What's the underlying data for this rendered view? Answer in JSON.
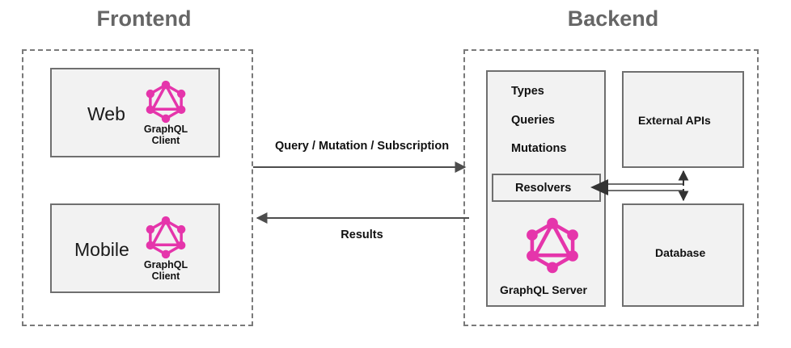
{
  "diagram": {
    "title_frontend": "Frontend",
    "title_backend": "Backend",
    "brand_color": "#e535ab",
    "box_fill": "#f2f2f2",
    "box_stroke": "#6f6f6f",
    "group_stroke": "#7a7a7a",
    "heading_color": "#666666",
    "arrow_color": "#4d4d4d"
  },
  "frontend": {
    "clients": [
      {
        "name": "Web",
        "logo": "graphql-logo",
        "caption": "GraphQL\nClient"
      },
      {
        "name": "Mobile",
        "logo": "graphql-logo",
        "caption": "GraphQL\nClient"
      }
    ]
  },
  "backend": {
    "server": {
      "items": [
        "Types",
        "Queries",
        "Mutations"
      ],
      "resolvers_label": "Resolvers",
      "logo": "graphql-logo",
      "caption": "GraphQL Server"
    },
    "external_apis_label": "External APIs",
    "database_label": "Database"
  },
  "edges": {
    "request_label": "Query / Mutation / Subscription",
    "response_label": "Results"
  }
}
